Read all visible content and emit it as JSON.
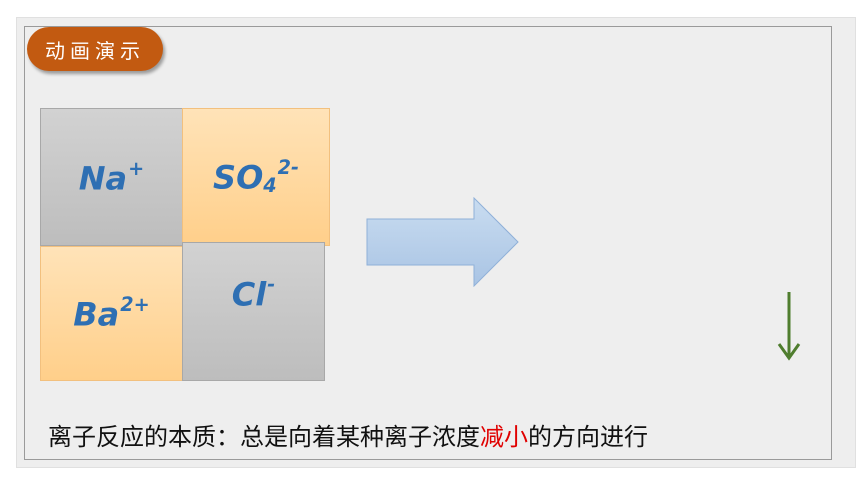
{
  "badge": {
    "label": "动画演示"
  },
  "tiles": [
    {
      "base": "Na",
      "sup": "+"
    },
    {
      "base": "SO",
      "sub": "4",
      "sup": "2-"
    },
    {
      "base": "Ba",
      "sup": "2+"
    },
    {
      "base": "Cl",
      "sup": "-"
    }
  ],
  "caption": {
    "before": "离子反应的本质：总是向着某种离子浓度",
    "highlight": "减小",
    "after": "的方向进行"
  },
  "colors": {
    "badge": "#c25a11",
    "ion_text": "#2e6fb3",
    "highlight": "#e00000",
    "down_arrow": "#4f7d2e",
    "right_arrow": "#b9d0ea"
  },
  "icons": {
    "right": "right-arrow-icon",
    "down": "down-arrow-icon"
  }
}
